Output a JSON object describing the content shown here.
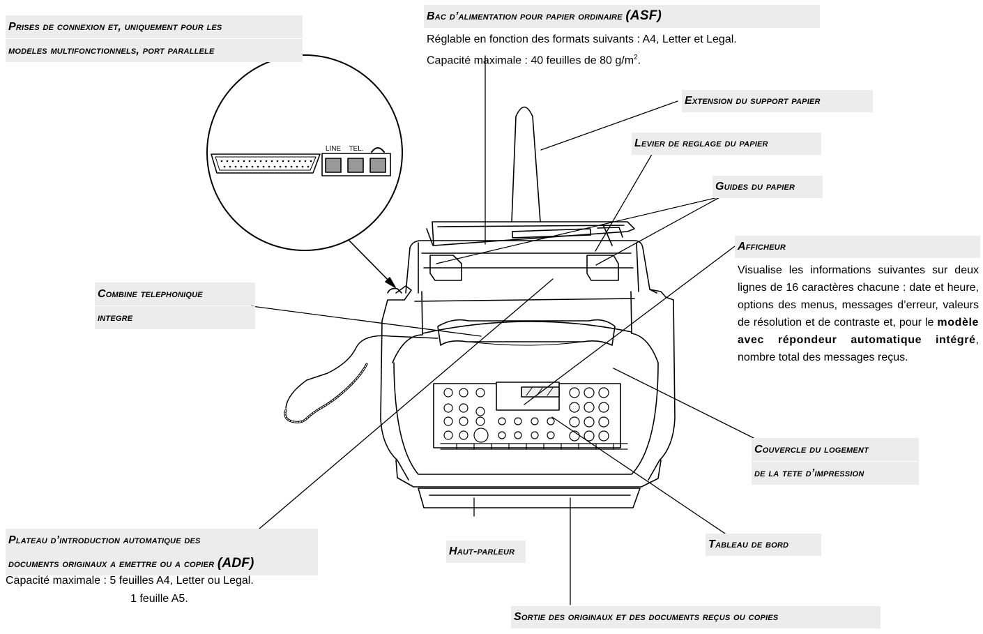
{
  "ports": {
    "line": "LINE",
    "tel": "TEL."
  },
  "labels": {
    "asf_title": "Bac d’alimentation pour papier ordinaire",
    "asf_code": "(ASF)",
    "asf_line1": "Réglable en fonction des formats suivants : A4, Letter et Legal.",
    "asf_line2": "Capacité maximale : 40 feuilles de 80 g/m",
    "asf_sup": "2",
    "asf_end": ".",
    "connect_line1": "Prises de connexion et, uniquement pour les",
    "connect_line2": "modeles multifonctionnels, port parallele",
    "extension": "Extension du support papier",
    "levier": "Levier de reglage du papier",
    "guides": "Guides du papier",
    "afficheur": "Afficheur",
    "afficheur_p1": "Visualise les informations suivantes sur deux lignes de 16 caractères chacune : date et heure, options des menus, messages d’erreur, valeurs de résolution et de contraste et, pour le ",
    "afficheur_bold": "modèle avec répondeur automatique intégré",
    "afficheur_p2": ", nombre total des messages reçus.",
    "combine_line1": "Combine telephonique",
    "combine_line2": "integre",
    "couvercle_line1": "Couvercle du logement",
    "couvercle_line2": "de la tete d’impression",
    "adf_line1": "Plateau d’introduction automatique des",
    "adf_line2": "documents originaux a emettre ou a copier",
    "adf_code": "(ADF)",
    "adf_cap1": "Capacité maximale : 5 feuilles A4, Letter ou Legal.",
    "adf_cap2": "1 feuille A5.",
    "haut_parleur": "Haut-parleur",
    "tableau": "Tableau de bord",
    "sortie": "Sortie des originaux et des documents reçus ou copies"
  }
}
